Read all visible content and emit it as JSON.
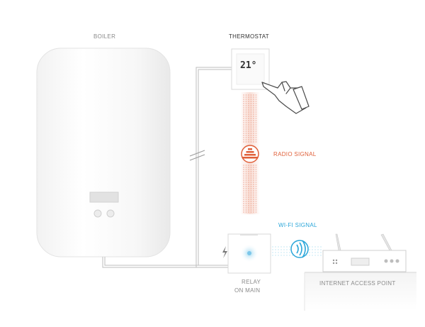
{
  "labels": {
    "boiler": "BOILER",
    "thermostat": "THERMOSTAT",
    "thermostat_display": "21°",
    "radio_signal": "RADIO SIGNAL",
    "wifi_signal": "WI-FI SIGNAL",
    "relay_line1": "RELAY",
    "relay_line2": "ON MAIN",
    "access_point": "INTERNET ACCESS POINT"
  },
  "colors": {
    "radio": "#e0603a",
    "wifi": "#2aa6d9",
    "text": "#8a8a8a"
  }
}
